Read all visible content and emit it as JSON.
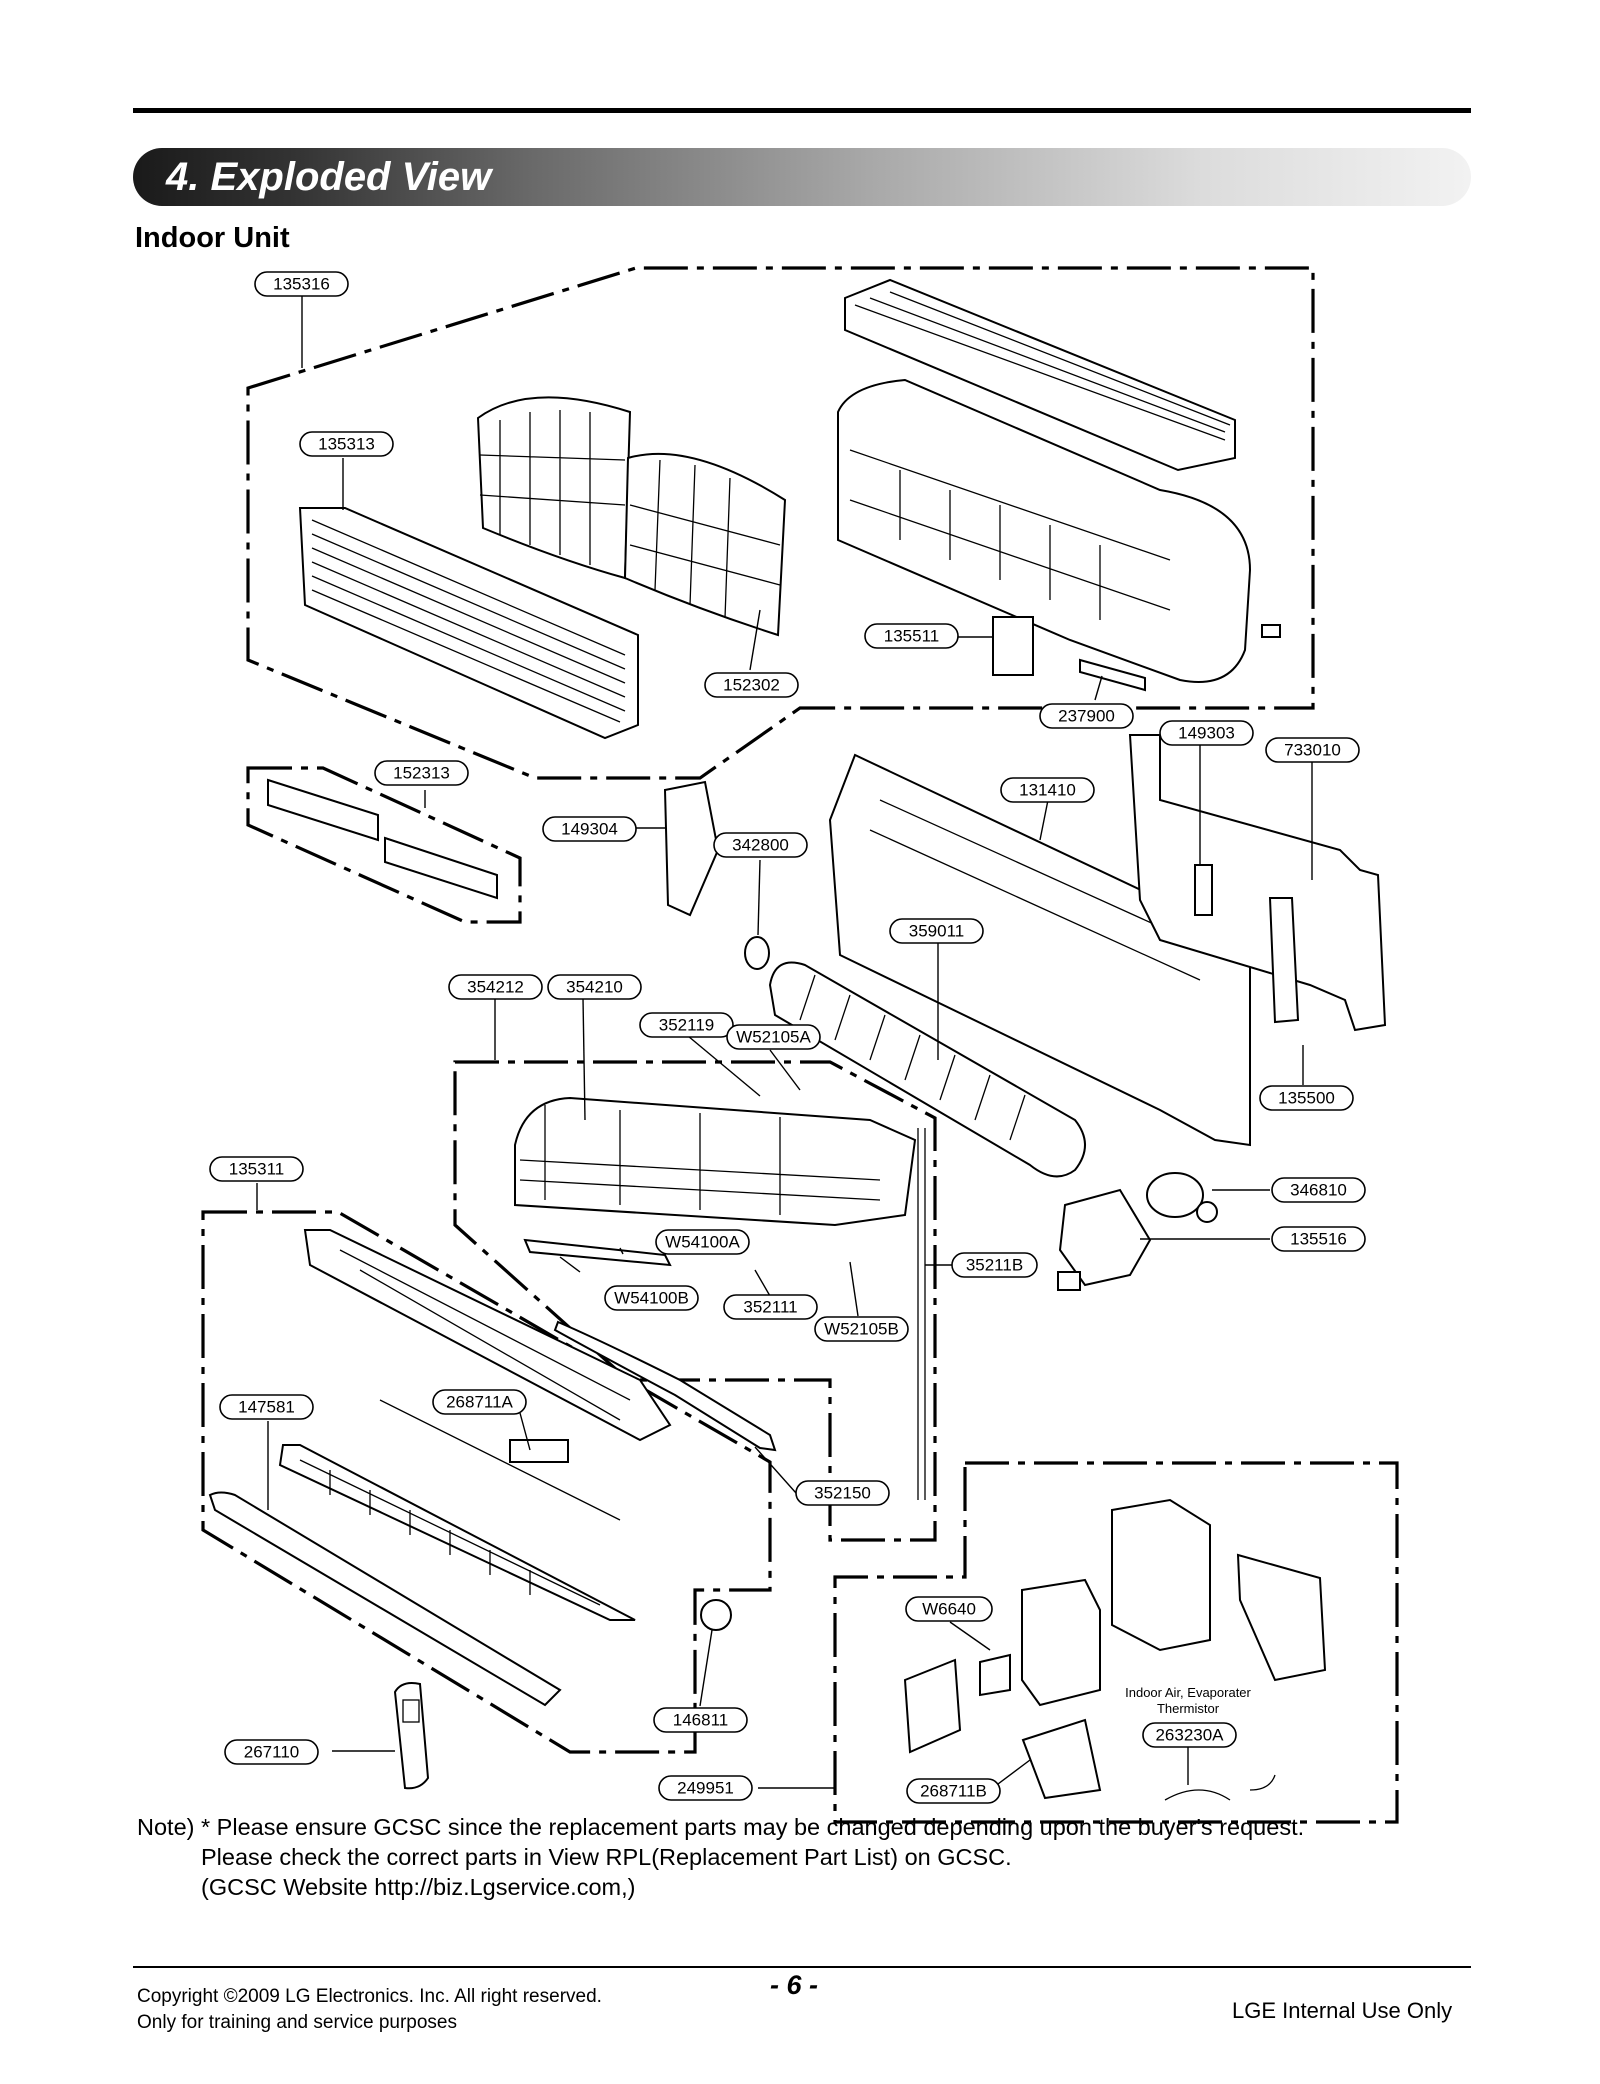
{
  "header": {
    "section_title": "4. Exploded View",
    "subtitle": "Indoor Unit"
  },
  "diagram": {
    "callouts": [
      {
        "id": "c135316",
        "label": "135316"
      },
      {
        "id": "c135313",
        "label": "135313"
      },
      {
        "id": "c152302",
        "label": "152302"
      },
      {
        "id": "c135511",
        "label": "135511"
      },
      {
        "id": "c237900",
        "label": "237900"
      },
      {
        "id": "c152313",
        "label": "152313"
      },
      {
        "id": "c149304",
        "label": "149304"
      },
      {
        "id": "c342800",
        "label": "342800"
      },
      {
        "id": "c131410",
        "label": "131410"
      },
      {
        "id": "c149303",
        "label": "149303"
      },
      {
        "id": "c733010",
        "label": "733010"
      },
      {
        "id": "c359011",
        "label": "359011"
      },
      {
        "id": "c354212",
        "label": "354212"
      },
      {
        "id": "c354210",
        "label": "354210"
      },
      {
        "id": "c352119",
        "label": "352119"
      },
      {
        "id": "cW52105A",
        "label": "W52105A"
      },
      {
        "id": "c135500",
        "label": "135500"
      },
      {
        "id": "c135311",
        "label": "135311"
      },
      {
        "id": "c346810",
        "label": "346810"
      },
      {
        "id": "c135516",
        "label": "135516"
      },
      {
        "id": "cW54100A",
        "label": "W54100A"
      },
      {
        "id": "c35211B",
        "label": "35211B"
      },
      {
        "id": "cW54100B",
        "label": "W54100B"
      },
      {
        "id": "c352111",
        "label": "352111"
      },
      {
        "id": "cW52105B",
        "label": "W52105B"
      },
      {
        "id": "c147581",
        "label": "147581"
      },
      {
        "id": "c268711A",
        "label": "268711A"
      },
      {
        "id": "c352150",
        "label": "352150"
      },
      {
        "id": "cW6640",
        "label": "W6640"
      },
      {
        "id": "c146811",
        "label": "146811"
      },
      {
        "id": "c263230A",
        "label": "263230A"
      },
      {
        "id": "c267110",
        "label": "267110"
      },
      {
        "id": "c249951",
        "label": "249951"
      },
      {
        "id": "c268711B",
        "label": "268711B"
      }
    ],
    "annotation_line1": "Indoor Air, Evaporater",
    "annotation_line2": "Thermistor"
  },
  "note": {
    "line1": "Note) * Please ensure GCSC since the replacement parts may be changed depending upon the buyer's request.",
    "line2": "Please check  the correct parts in View RPL(Replacement Part List) on GCSC.",
    "line3": "(GCSC Website  http://biz.Lgservice.com,)"
  },
  "footer": {
    "copyright": "Copyright ©2009 LG Electronics. Inc. All right reserved.",
    "purpose": "Only for training and service purposes",
    "page_number": "- 6 -",
    "internal": "LGE Internal Use Only"
  }
}
